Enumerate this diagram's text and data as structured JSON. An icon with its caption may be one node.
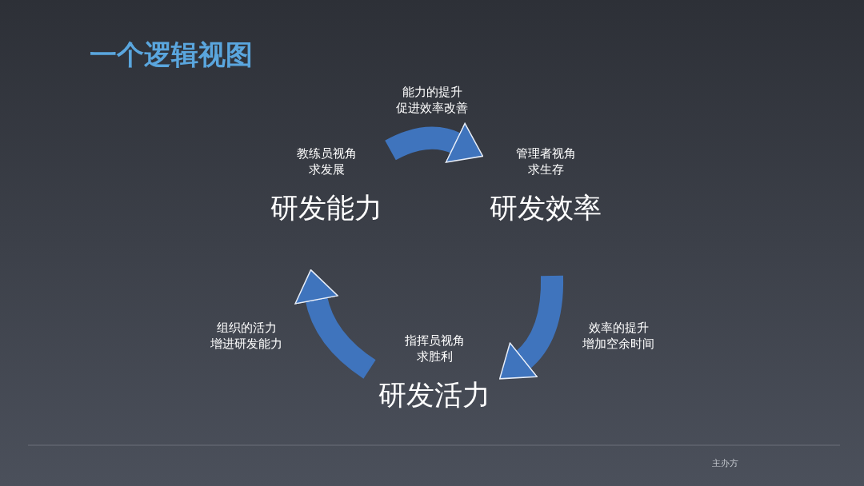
{
  "diagram": {
    "title": "一个逻辑视图",
    "nodes": [
      {
        "text": [
          "研发能力"
        ],
        "beside": [
          "教练员视角求发展"
        ]
      },
      {
        "text": [
          "研发效率"
        ],
        "beside": [
          "管理者视角求生存"
        ]
      },
      {
        "text": [
          "研发活力"
        ],
        "beside": [
          "指挥员视角求胜利"
        ]
      }
    ],
    "edges": [
      {
        "from": 0,
        "to": 1,
        "arrow": "to",
        "label": "能力的提升促进效率改善"
      },
      {
        "from": 1,
        "to": 2,
        "arrow": "to",
        "label": "效率的提升增加空余时间"
      },
      {
        "from": 2,
        "to": 0,
        "arrow": "to",
        "label": "组织的活力增进研发能力"
      }
    ],
    "labels": [
      "主办方"
    ]
  }
}
